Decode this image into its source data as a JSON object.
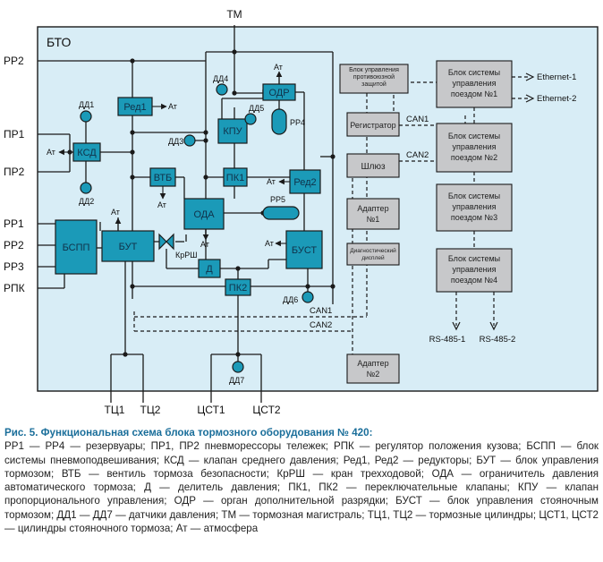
{
  "colors": {
    "panel_bg": "#d8edf6",
    "teal": "#1b9ab8",
    "gray_box": "#c7c8ca",
    "line": "#1a1a1a",
    "caption_title": "#1a6e9a"
  },
  "diagram": {
    "frame_label": "БТО",
    "external": {
      "tm": "ТМ",
      "rr2_top": "РР2",
      "pr1": "ПР1",
      "pr2": "ПР2",
      "rr1": "РР1",
      "rr2": "РР2",
      "rr3": "РР3",
      "rpk": "РПК",
      "tc1": "ТЦ1",
      "tc2": "ТЦ2",
      "cst1": "ЦСТ1",
      "cst2": "ЦСТ2"
    },
    "blocks": {
      "ksd": "КСД",
      "bspp": "БСПП",
      "but": "БУТ",
      "red1": "Ред1",
      "red2": "Ред2",
      "vtb": "ВТБ",
      "pk1": "ПК1",
      "pk2": "ПК2",
      "kpu": "КПУ",
      "odr": "ОДР",
      "oda": "ОДА",
      "d": "Д",
      "bust": "БУСТ",
      "krsh": "КрРШ"
    },
    "sensors": {
      "dd1": "ДД1",
      "dd2": "ДД2",
      "dd3": "ДД3",
      "dd4": "ДД4",
      "dd5": "ДД5",
      "dd6": "ДД6",
      "dd7": "ДД7"
    },
    "reservoirs": {
      "rr4": "РР4",
      "rr5": "РР5"
    },
    "atm": "Ат",
    "control": {
      "bupz": "Блок управления противоюзной защитой",
      "registrator": "Регистратор",
      "shlyuz": "Шлюз",
      "adapter1_line1": "Адаптер",
      "adapter1_line2": "№1",
      "diag_display": "Диагностический дисплей",
      "adapter2_line1": "Адаптер",
      "adapter2_line2": "№2"
    },
    "train": {
      "b1_l1": "Блок системы",
      "b1_l2": "управления",
      "b1_l3": "поездом №1",
      "b2_l1": "Блок системы",
      "b2_l2": "управления",
      "b2_l3": "поездом №2",
      "b3_l1": "Блок системы",
      "b3_l2": "управления",
      "b3_l3": "поездом №3",
      "b4_l1": "Блок системы",
      "b4_l2": "управления",
      "b4_l3": "поездом №4"
    },
    "buses": {
      "can1": "CAN1",
      "can2": "CAN2",
      "eth1": "Ethernet-1",
      "eth2": "Ethernet-2",
      "rs485_1": "RS-485-1",
      "rs485_2": "RS-485-2"
    }
  },
  "caption": {
    "title": "Рис. 5. Функциональная схема блока тормозного оборудования № 420:",
    "body": "РР1 — РР4 — резервуары; ПР1, ПР2 пневморессоры тележек; РПК — регулятор положения кузова; БСПП — блок системы пневмоподвешивания; КСД — клапан среднего давления; Ред1, Ред2 — редукторы; БУТ — блок управления тормозом; ВТБ — вентиль тормоза безопасности; КрРШ — кран трехходовой; ОДА — ограничитель давления автоматического тормоза; Д — делитель давления; ПК1, ПК2 — переключательные клапаны; КПУ — клапан пропорционального управления; ОДР — орган дополнительной разрядки; БУСТ — блок управления стояночным тормозом; ДД1 — ДД7 — датчики давления; ТМ — тормозная магистраль; ТЦ1, ТЦ2 — тормозные цилиндры; ЦСТ1, ЦСТ2 — цилиндры стояночного тормоза; Ат — атмосфера"
  }
}
